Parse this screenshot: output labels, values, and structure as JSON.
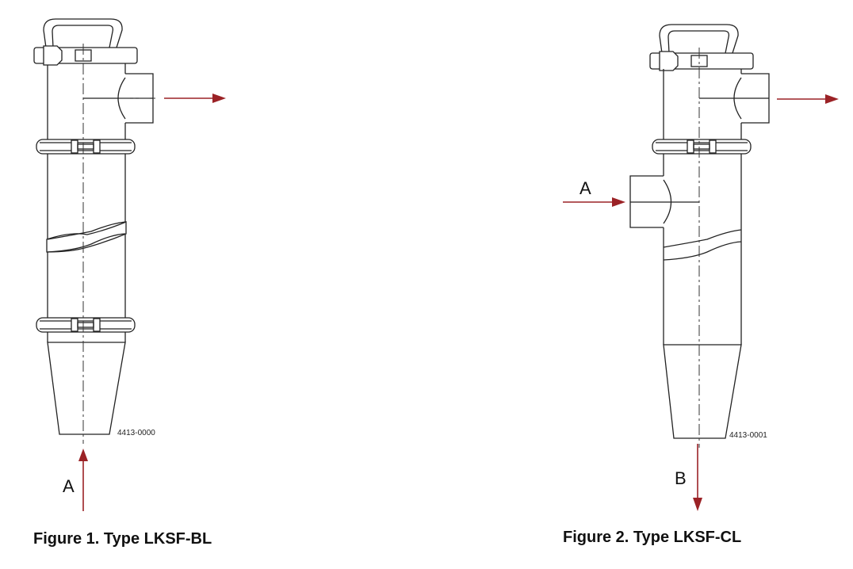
{
  "figures": [
    {
      "caption": "Figure 1. Type LKSF-BL",
      "drawing_number": "4413-0000",
      "flow_label": "A"
    },
    {
      "caption": "Figure 2. Type LKSF-CL",
      "drawing_number": "4413-0001",
      "inlet_label": "A",
      "outlet_label": "B"
    }
  ],
  "colors": {
    "arrow": "#9b2226",
    "line": "#222222"
  }
}
